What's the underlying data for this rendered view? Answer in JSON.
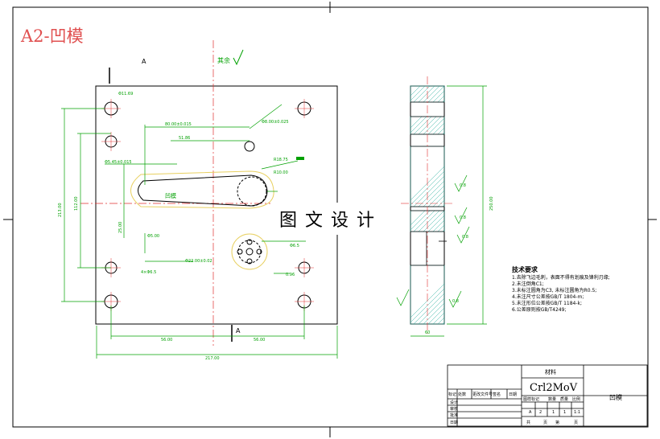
{
  "sheet_title": "A2-凹模",
  "section_marks": [
    "A",
    "A"
  ],
  "roughness_rest": "其余",
  "center_text": "图文设计",
  "dims": {
    "d_80": "80.00±0.015",
    "d_51": "51.86",
    "d_hole": "Φ8.00±0.025",
    "d_ang": "Φ11.69",
    "d_r": "R18.75",
    "d_r2": "R10.00",
    "d_left1": "Φ5.45±0.015",
    "d_height1": "213.00",
    "d_height2": "112.00",
    "d_height3": "25.00",
    "d_tol": "Φ5.00",
    "d_small": "Φ6.5",
    "d_c2": "Φ22.00±0.02",
    "d_four": "4×Φ6.5",
    "d_096": "0.96",
    "d_bottom1": "56.00",
    "d_bottom2": "56.00",
    "d_width": "217.00",
    "d_side_h": "250.00",
    "d_side_w": "60",
    "d_side_r1": "0.8",
    "d_side_r2": "0.8",
    "d_side_r3": "0.8",
    "d_side_r4": "0.8",
    "label_cavity": "凹模"
  },
  "notes": {
    "heading": "技术要求",
    "items": [
      "1.去除飞边毛刺，表面不得有划痕及锋利刃缘;",
      "2.未注倒角C1;",
      "3.未标注圆角为C3, 未标注圆角为R0.5;",
      "4.未注尺寸公差按GB/T 1804-m;",
      "5.未注形位公差按GB/T 1184-k;",
      "6.公差原则按GB/T4249;"
    ]
  },
  "title_block": {
    "material_label": "材料",
    "material": "Crl2MoV",
    "part_name": "凹模",
    "row_headers": [
      "标记",
      "处数",
      "分区",
      "更改文件号",
      "签名",
      "日期"
    ],
    "rows_left": [
      "设计",
      "审核",
      "批准",
      "日期"
    ],
    "stage_labels": [
      "图样标记",
      "数量",
      "质量",
      "比例"
    ],
    "stage_values": [
      "A",
      "2",
      "1",
      "1",
      "1:1"
    ],
    "sheet_labels": [
      "共",
      "页",
      "第",
      "页"
    ]
  }
}
